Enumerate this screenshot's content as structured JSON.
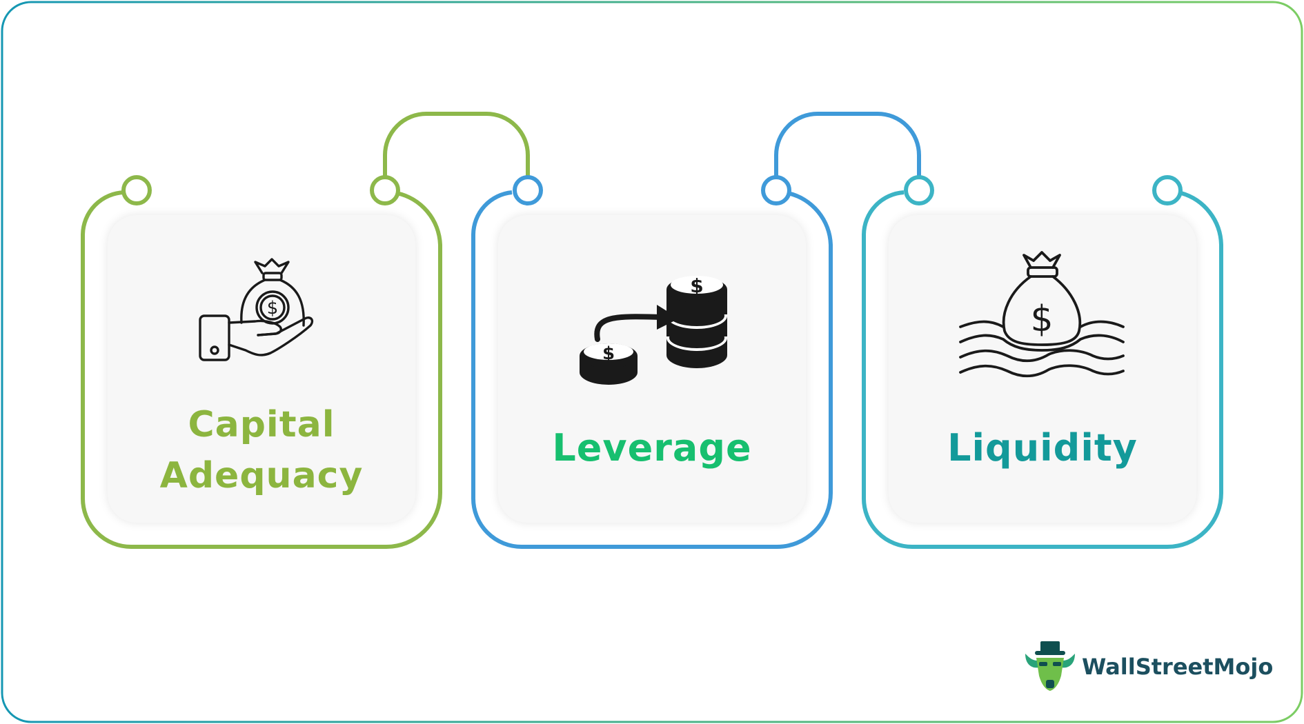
{
  "colors": {
    "green": "#8db84a",
    "blue": "#3f9ad9",
    "teal": "#3cb4c5",
    "label_green": "#8cb53f",
    "label_emerald": "#17bf6f",
    "label_teal": "#139a9a",
    "frame_gradient": [
      "#1597b3",
      "#7ccd63"
    ]
  },
  "diagram": {
    "nodes": [
      {
        "id": "capital-adequacy",
        "label_line1": "Capital",
        "label_line2": "Adequacy",
        "icon": "hand-holding-money-bag-icon"
      },
      {
        "id": "leverage",
        "label": "Leverage",
        "icon": "coin-to-coin-stack-icon"
      },
      {
        "id": "liquidity",
        "label": "Liquidity",
        "icon": "money-bag-floating-on-water-icon"
      }
    ],
    "connections": [
      {
        "from": "capital-adequacy",
        "to": "leverage"
      },
      {
        "from": "leverage",
        "to": "liquidity"
      }
    ]
  },
  "brand": {
    "name": "WallStreetMojo",
    "icon": "bull-logo-icon"
  }
}
